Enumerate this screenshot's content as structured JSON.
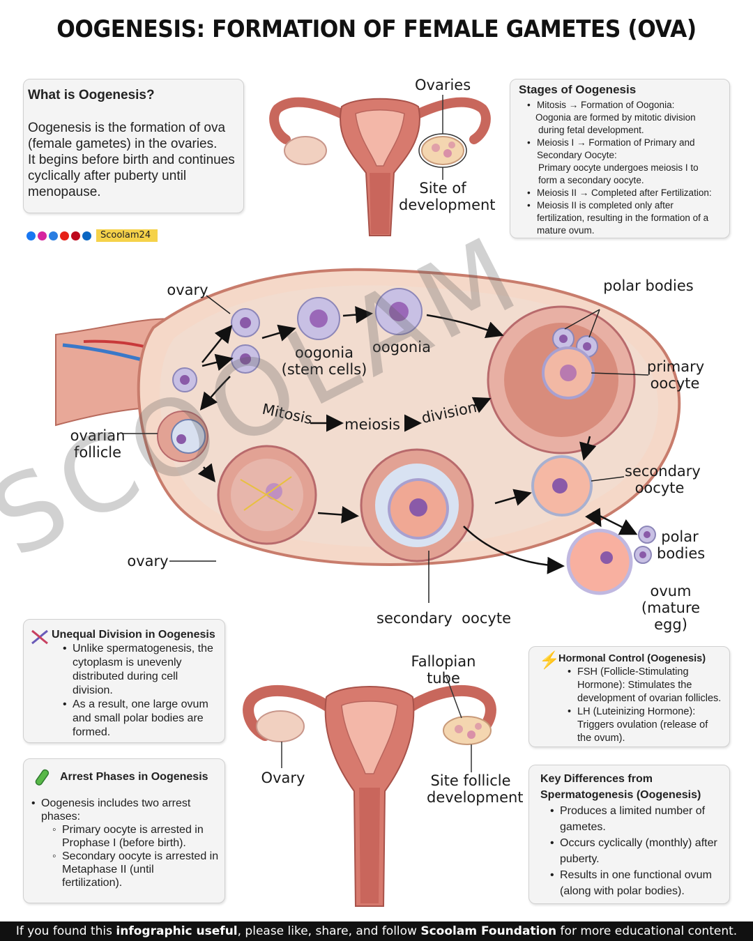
{
  "title": "OOGENESIS: FORMATION OF FEMALE GAMETES (OVA)",
  "what_is": {
    "heading": "What is Oogenesis?",
    "lines": [
      "Oogenesis is the formation of ova",
      "(female gametes) in the ovaries.",
      "It begins before birth and continues",
      "cyclically after puberty until",
      "menopause."
    ]
  },
  "brand": {
    "name": "Scoolam24",
    "icons": [
      "facebook-icon",
      "instagram-icon",
      "x-icon",
      "youtube-icon",
      "pinterest-icon",
      "linkedin-icon"
    ]
  },
  "top_uterus": {
    "ovaries_label": "Ovaries",
    "site_label": "Site of development"
  },
  "stages": {
    "heading": "Stages of Oogenesis",
    "items": [
      {
        "lead": "Mitosis → Formation of Oogonia:",
        "lines": [
          "Oogonia are formed by mitotic division",
          "during fetal development."
        ]
      },
      {
        "lead": "Meiosis I → Formation of Primary and",
        "lines": [
          "Secondary Oocyte:",
          "Primary oocyte undergoes meiosis I to",
          "form a secondary oocyte."
        ]
      },
      {
        "lead": "Meiosis II → Completed after Fertilization:",
        "lines": []
      },
      {
        "lead": " Meiosis II is completed only after",
        "lines": [
          "fertilization, resulting in the formation of a",
          "mature ovum."
        ]
      }
    ]
  },
  "diagram": {
    "ovary_top": "ovary",
    "oogonia_stem": "oogonia",
    "oogonia_stem2": "(stem cells)",
    "oogonia": "oogonia",
    "polar_bodies_top": "polar bodies",
    "primary_oocyte_1": "primary",
    "primary_oocyte_2": "oocyte",
    "ovarian_follicle_1": "ovarian",
    "ovarian_follicle_2": "follicle",
    "mitosis": "Mitosis",
    "meiosis": "meiosis",
    "division": "division",
    "secondary_oocyte_r1": "secondary",
    "secondary_oocyte_r2": "oocyte",
    "polar_bodies_r1": "polar",
    "polar_bodies_r2": "bodies",
    "ovary_bottom": "ovary",
    "ovum_1": "ovum",
    "ovum_2": "(mature egg)",
    "secondary_oocyte_bottom": "secondary  oocyte"
  },
  "watermark": "SCOOLAM",
  "unequal": {
    "heading": "Unequal Division in Oogenesis",
    "items": [
      [
        "Unlike spermatogenesis, the",
        "cytoplasm is unevenly",
        "distributed during cell",
        "division."
      ],
      [
        "As a result, one large ovum",
        "and small polar bodies are",
        "formed."
      ]
    ]
  },
  "bottom_uterus": {
    "fallopian": "Fallopian tube",
    "ovary": "Ovary",
    "site1": "Site follicle",
    "site2": "development"
  },
  "hormonal": {
    "heading": "Hormonal Control (Oogenesis)",
    "items": [
      [
        "FSH (Follicle-Stimulating",
        "Hormone): Stimulates the",
        "development of ovarian follicles."
      ],
      [
        "LH (Luteinizing Hormone):",
        "Triggers ovulation (release of",
        "the ovum)."
      ]
    ]
  },
  "arrest": {
    "heading": "Arrest Phases in Oogenesis",
    "intro": [
      "Oogenesis includes two arrest",
      "phases:"
    ],
    "subitems": [
      [
        "Primary oocyte is arrested in",
        "Prophase I (before birth)."
      ],
      [
        "Secondary oocyte is arrested in",
        "Metaphase II (until",
        "fertilization)."
      ]
    ]
  },
  "key": {
    "heading1": "Key Differences from",
    "heading2": "Spermatogenesis (Oogenesis)",
    "items": [
      [
        "Produces a limited number of",
        "gametes."
      ],
      [
        "Occurs cyclically (monthly) after",
        "puberty."
      ],
      [
        "Results in one functional ovum",
        "(along with polar bodies)."
      ]
    ]
  },
  "footer": {
    "p1": "If you found this ",
    "b1": "infographic useful",
    "p2": ", please like, share, and follow ",
    "b2": "Scoolam Foundation",
    "p3": " for more educational content."
  },
  "colors": {
    "tissue": "#f0c8b4",
    "tissue_edge": "#c87c6c",
    "uterus": "#d77a6e",
    "cell": "#b8aad8",
    "nucleus": "#8a5aa8",
    "watermark": "#5a5a5a"
  }
}
